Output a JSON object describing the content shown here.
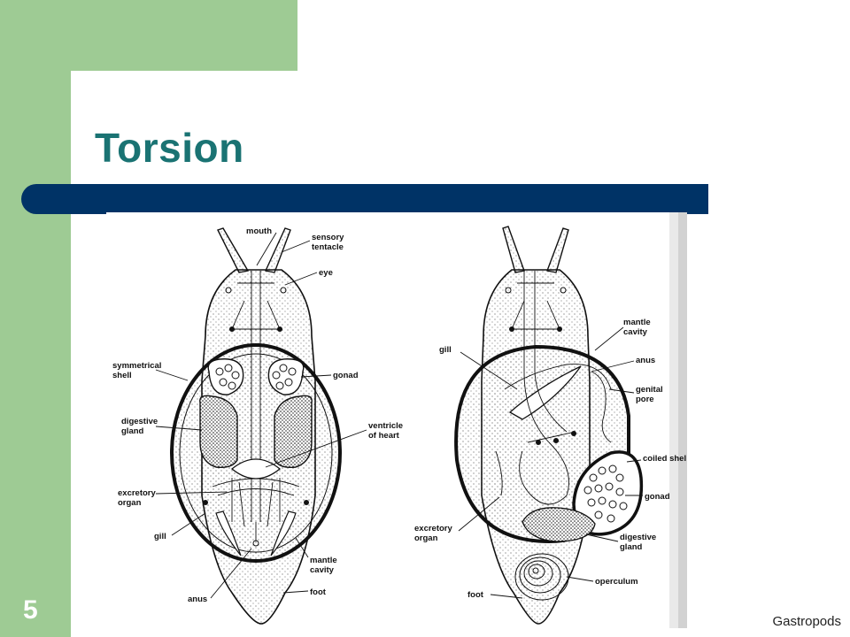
{
  "slide": {
    "title": "Torsion",
    "number": "5",
    "footer": "Gastropods"
  },
  "colors": {
    "sidebar_green": "#9ecb94",
    "title_teal": "#1a7373",
    "bar_navy": "#003366"
  },
  "diagram": {
    "left_labels": {
      "mouth": "mouth",
      "sensory_tentacle_1": "sensory",
      "sensory_tentacle_2": "tentacle",
      "eye": "eye",
      "symmetrical_shell_1": "symmetrical",
      "symmetrical_shell_2": "shell",
      "gonad": "gonad",
      "digestive_gland_1": "digestive",
      "digestive_gland_2": "gland",
      "ventricle_1": "ventricle",
      "ventricle_2": "of heart",
      "excretory_organ_1": "excretory",
      "excretory_organ_2": "organ",
      "gill": "gill",
      "mantle_cavity_1": "mantle",
      "mantle_cavity_2": "cavity",
      "foot": "foot",
      "anus": "anus"
    },
    "right_labels": {
      "gill": "gill",
      "mantle_cavity_1": "mantle",
      "mantle_cavity_2": "cavity",
      "anus": "anus",
      "genital_pore_1": "genital",
      "genital_pore_2": "pore",
      "coiled_shell": "coiled shel",
      "gonad": "gonad",
      "excretory_organ_1": "excretory",
      "excretory_organ_2": "organ",
      "digestive_gland_1": "digestive",
      "digestive_gland_2": "gland",
      "operculum": "operculum",
      "foot": "foot"
    }
  }
}
